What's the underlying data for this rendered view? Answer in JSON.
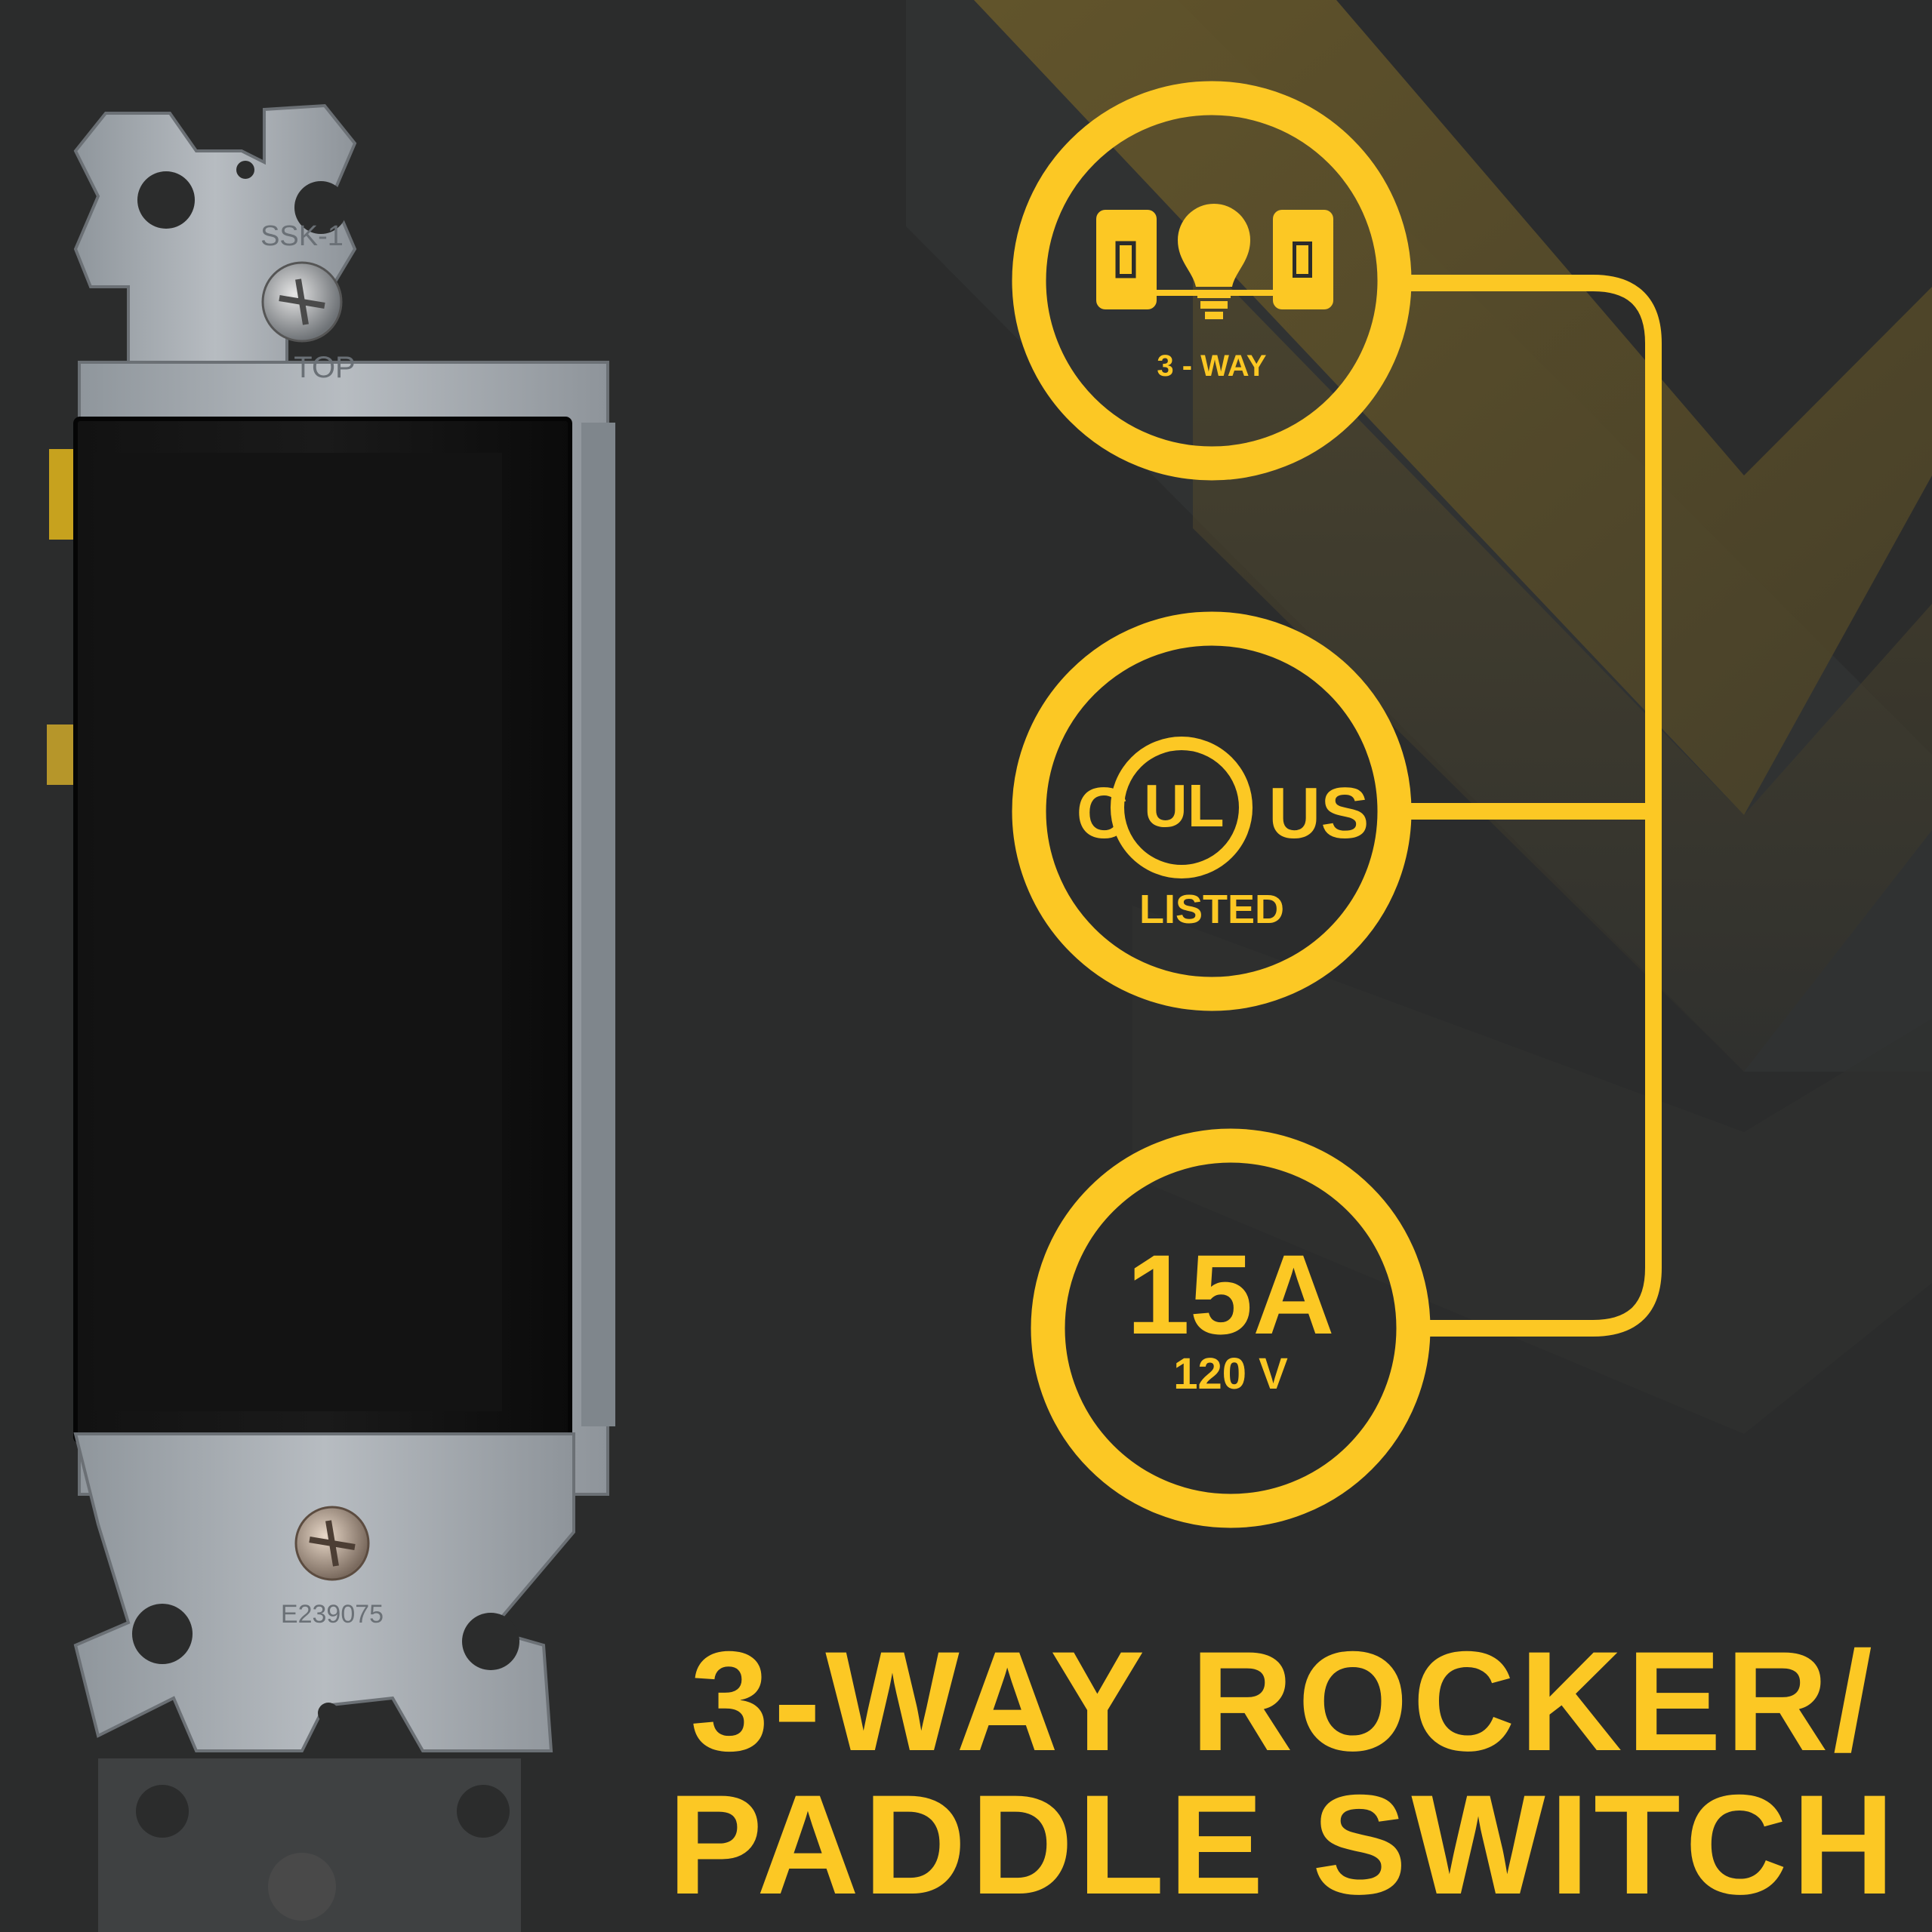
{
  "colors": {
    "background": "#2b2c2c",
    "accent": "#fcc824",
    "switch_plate": "#9aa1a8",
    "paddle": "#0e0e0e"
  },
  "product": {
    "plate_markings": [
      "SSK-1",
      "TOP",
      "E239075"
    ]
  },
  "badges": [
    {
      "icon": "three-way-light-icon",
      "label": "3 - WAY"
    },
    {
      "icon": "cul-us-logo",
      "logo_text": [
        "C",
        "UL",
        "US"
      ],
      "label": "LISTED"
    },
    {
      "value": "15A",
      "label": "120 V"
    }
  ],
  "headline": {
    "line1": "3-WAY ROCKER/",
    "line2": "PADDLE SWITCH"
  }
}
